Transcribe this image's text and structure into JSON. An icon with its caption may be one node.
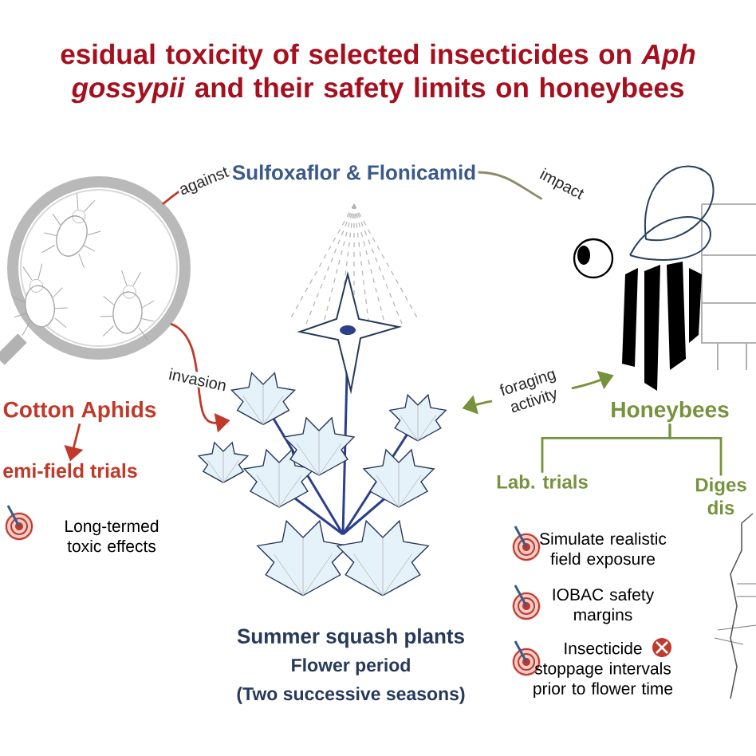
{
  "diagram": {
    "title": "esidual toxicity of selected insecticides on *Aph* *gossypii* and their safety limits on honeybees",
    "nodes": [
      {
        "text": [
          "Sulfoxaflor & Flonicamid"
        ]
      },
      {
        "text": [],
        "shape": "picture"
      },
      {
        "text": [
          "Cotton Aphids"
        ]
      },
      {
        "text": [
          "emi-field trials"
        ]
      },
      {
        "text": [],
        "shape": "picture",
        "beside": [
          "Summer squash plants",
          "Flower period",
          "(Two successive seasons)"
        ]
      },
      {
        "text": [],
        "shape": "picture"
      },
      {
        "text": [
          "Honeybees"
        ]
      },
      {
        "text": [
          "Lab. trials"
        ]
      },
      {
        "text": [
          "Diges dis"
        ]
      }
    ],
    "edges": [
      {
        "from": 0,
        "to": 1,
        "arrow": "none",
        "label": "against",
        "color": "#c0392b"
      },
      {
        "from": 0,
        "to": 5,
        "arrow": "none",
        "label": "impact",
        "color": "#8c8c6a"
      },
      {
        "from": 1,
        "to": 4,
        "arrow": "to",
        "label": "invasion",
        "color": "#c0392b"
      },
      {
        "from": 5,
        "to": 4,
        "arrow": "both",
        "label": "foraging activity",
        "color": "#76923c"
      },
      {
        "from": 2,
        "to": 3,
        "arrow": "to",
        "color": "#c0392b"
      },
      {
        "from": 6,
        "to": 7,
        "arrow": "none",
        "color": "#76923c"
      },
      {
        "from": 6,
        "to": 8,
        "arrow": "none",
        "color": "#76923c"
      }
    ],
    "labels": [
      "Long-termed toxic effects",
      "Simulate realistic field exposure",
      "IOBAC safety margins",
      "Insecticide stoppage intervals prior to flower time"
    ]
  }
}
